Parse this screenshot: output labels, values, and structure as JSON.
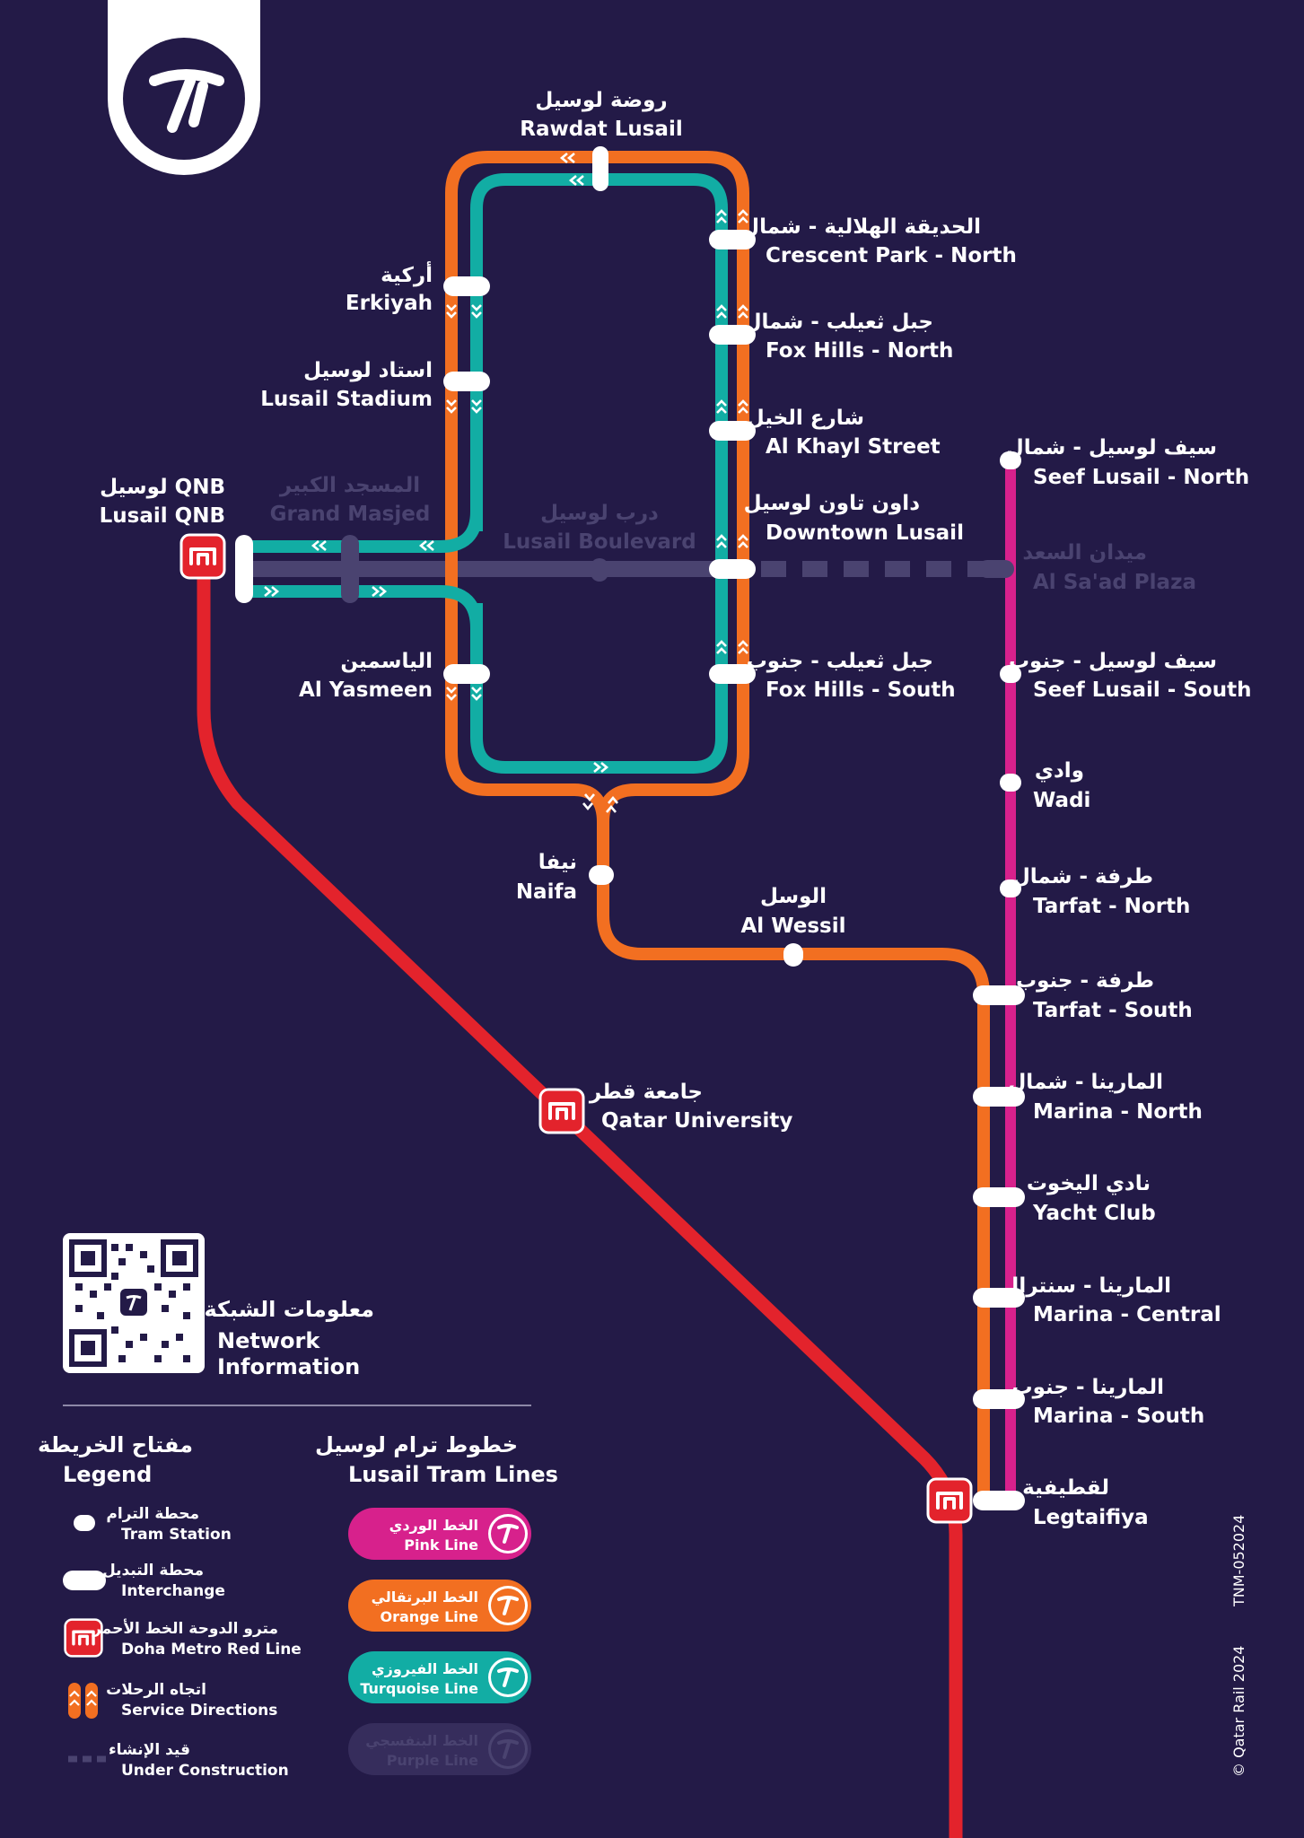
{
  "colors": {
    "background": "#231a47",
    "orange": "#f26f21",
    "turquoise": "#12ada4",
    "pink": "#d7218c",
    "red": "#e3232c",
    "purple": "#4a4370",
    "white": "#ffffff"
  },
  "stations": {
    "rawdat_lusail": {
      "ar": "روضة لوسيل",
      "en": "Rawdat Lusail"
    },
    "crescent_park_north": {
      "ar": "الحديقة الهلالية - شمال",
      "en": "Crescent Park - North"
    },
    "erkiyah": {
      "ar": "أركية",
      "en": "Erkiyah"
    },
    "fox_hills_north": {
      "ar": "جبل ثعيلب - شمال",
      "en": "Fox Hills - North"
    },
    "lusail_stadium": {
      "ar": "استاد لوسيل",
      "en": "Lusail Stadium"
    },
    "al_khayl_street": {
      "ar": "شارع الخيل",
      "en": "Al Khayl Street"
    },
    "lusail_qnb": {
      "ar": "لوسيل QNB",
      "en": "Lusail QNB"
    },
    "grand_masjed": {
      "ar": "المسجد الكبير",
      "en": "Grand Masjed"
    },
    "lusail_boulevard": {
      "ar": "درب لوسيل",
      "en": "Lusail Boulevard"
    },
    "downtown_lusail": {
      "ar": "داون تاون لوسيل",
      "en": "Downtown Lusail"
    },
    "seef_lusail_north": {
      "ar": "سيف لوسيل - شمال",
      "en": "Seef Lusail - North"
    },
    "al_saad_plaza": {
      "ar": "ميدان السعد",
      "en": "Al Sa'ad Plaza"
    },
    "al_yasmeen": {
      "ar": "الياسمين",
      "en": "Al Yasmeen"
    },
    "fox_hills_south": {
      "ar": "جبل ثعيلب - جنوب",
      "en": "Fox Hills - South"
    },
    "seef_lusail_south": {
      "ar": "سيف لوسيل - جنوب",
      "en": "Seef Lusail - South"
    },
    "wadi": {
      "ar": "وادي",
      "en": "Wadi"
    },
    "naifa": {
      "ar": "نيفا",
      "en": "Naifa"
    },
    "tarfat_north": {
      "ar": "طرفة - شمال",
      "en": "Tarfat - North"
    },
    "al_wessil": {
      "ar": "الوسل",
      "en": "Al Wessil"
    },
    "tarfat_south": {
      "ar": "طرفة - جنوب",
      "en": "Tarfat - South"
    },
    "qatar_university": {
      "ar": "جامعة قطر",
      "en": "Qatar University"
    },
    "marina_north": {
      "ar": "المارينا - شمال",
      "en": "Marina - North"
    },
    "yacht_club": {
      "ar": "نادي اليخوت",
      "en": "Yacht Club"
    },
    "marina_central": {
      "ar": "المارينا - سنترال",
      "en": "Marina - Central"
    },
    "marina_south": {
      "ar": "المارينا - جنوب",
      "en": "Marina - South"
    },
    "legtaifiya": {
      "ar": "لقطيفية",
      "en": "Legtaifiya"
    }
  },
  "network_info": {
    "ar": "معلومات الشبكة",
    "en1": "Network",
    "en2": "Information"
  },
  "legend": {
    "title_ar": "مفتاح الخريطة",
    "title_en": "Legend",
    "items": [
      {
        "ar": "محطة الترام",
        "en": "Tram Station"
      },
      {
        "ar": "محطة التبديل",
        "en": "Interchange"
      },
      {
        "ar": "مترو الدوحة الخط الأحمر",
        "en": "Doha Metro Red Line"
      },
      {
        "ar": "اتجاه الرحلات",
        "en": "Service Directions"
      },
      {
        "ar": "قيد الإنشاء",
        "en": "Under Construction"
      }
    ]
  },
  "tram_lines": {
    "title_ar": "خطوط ترام لوسيل",
    "title_en": "Lusail Tram Lines",
    "items": [
      {
        "ar": "الخط الوردي",
        "en": "Pink Line"
      },
      {
        "ar": "الخط البرتقالي",
        "en": "Orange Line"
      },
      {
        "ar": "الخط الفيروزي",
        "en": "Turquoise Line"
      },
      {
        "ar": "الخط البنفسجي",
        "en": "Purple Line"
      }
    ]
  },
  "footer": {
    "copyright": "© Qatar Rail 2024",
    "code": "TNM-052024"
  }
}
